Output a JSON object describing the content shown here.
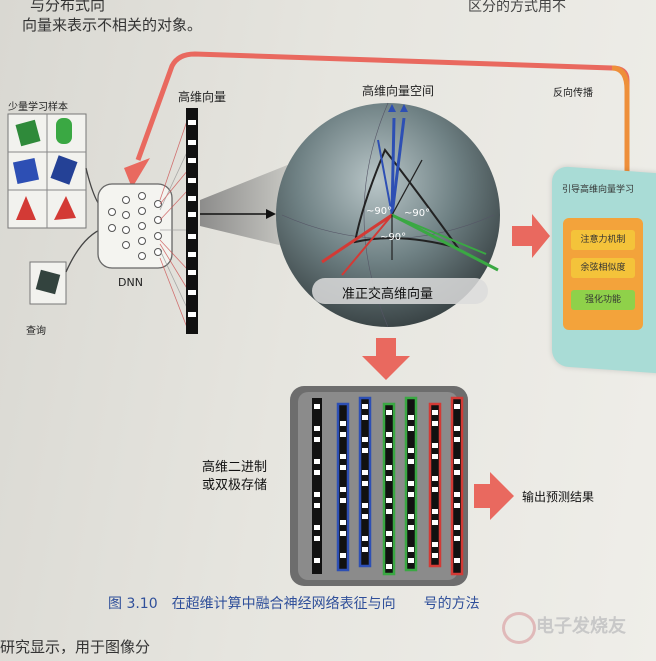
{
  "text": {
    "top_line1": "与分布式向",
    "top_line1_right": "区分的方式用不",
    "top_line2": "向量来表示不相关的对象。",
    "top_line2_right": "",
    "few_shot_label": "少量学习样本",
    "query_label": "查询",
    "dnn_label": "DNN",
    "hd_vector_label": "高维向量",
    "hd_space_label": "高维向量空间",
    "backprop_label": "反向传播",
    "angle1": "~90°",
    "angle2": "~90°",
    "angle3": "~90°",
    "quasi_orth_label": "准正交高维向量",
    "panel_title": "引导高维向量学习",
    "panel_item1": "注意力机制",
    "panel_item2": "余弦相似度",
    "panel_item3": "强化功能",
    "storage_line1": "高维二进制",
    "storage_line2": "或双极存储",
    "output_label": "输出预测结果",
    "caption": "图 3.10　在超维计算中融合神经网络表征与向　　号的方法",
    "bottom_text": "研究显示，用于图像分",
    "watermark": "电子发烧友"
  },
  "colors": {
    "arrow_red": "#e9695f",
    "backprop_line": "#e9695f",
    "green": "#3aa843",
    "blue": "#2d4fb4",
    "red": "#d33a35",
    "caption_blue": "#2f4f9a"
  },
  "storage_columns": [
    "black",
    "blue",
    "blue",
    "green",
    "green",
    "red",
    "red"
  ]
}
